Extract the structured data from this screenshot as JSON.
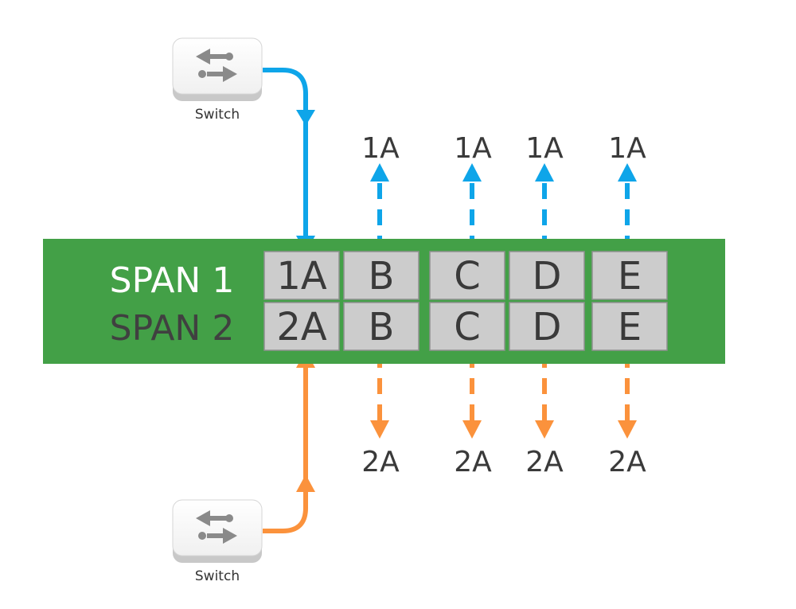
{
  "switch_top": {
    "label": "Switch",
    "icon": "switch-arrows-icon"
  },
  "switch_bottom": {
    "label": "Switch",
    "icon": "switch-arrows-icon"
  },
  "chassis": {
    "span1_label": "SPAN 1",
    "span2_label": "SPAN 2",
    "row1_ports": [
      "1A",
      "B",
      "C",
      "D",
      "E"
    ],
    "row2_ports": [
      "2A",
      "B",
      "C",
      "D",
      "E"
    ]
  },
  "outputs_top": [
    "1A",
    "1A",
    "1A",
    "1A"
  ],
  "outputs_bottom": [
    "2A",
    "2A",
    "2A",
    "2A"
  ],
  "colors": {
    "chassis_green": "#43a047",
    "port_fill": "#cccccc",
    "span1_text": "#ffffff",
    "span2_text": "#404040",
    "blue_line": "#0ea5e9",
    "orange_line": "#fb923c",
    "text_dark": "#3a3a3a"
  }
}
